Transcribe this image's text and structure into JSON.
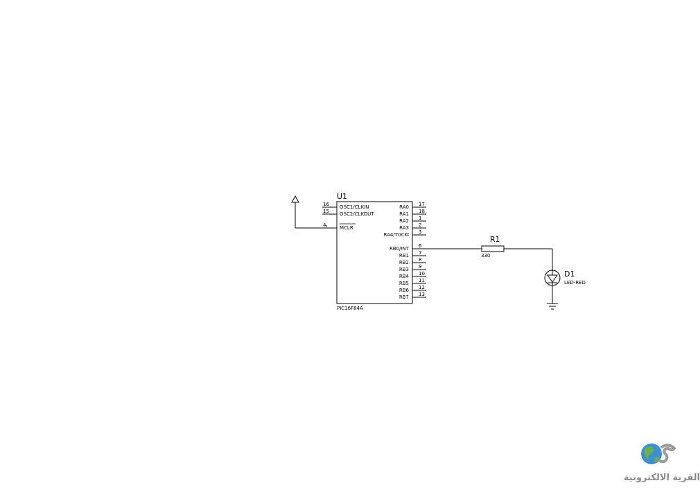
{
  "schematic": {
    "u1": {
      "ref": "U1",
      "part": "PIC16F84A",
      "left_pins": [
        {
          "name": "OSC1/CLKIN",
          "num": "16"
        },
        {
          "name": "OSC2/CLKOUT",
          "num": "15"
        },
        {
          "name": "MCLR",
          "num": "4"
        }
      ],
      "right_pins": [
        {
          "name": "RA0",
          "num": "17"
        },
        {
          "name": "RA1",
          "num": "18"
        },
        {
          "name": "RA2",
          "num": "1"
        },
        {
          "name": "RA3",
          "num": "2"
        },
        {
          "name": "RA4/T0CKI",
          "num": "3"
        },
        {
          "name": "RB0/INT",
          "num": "6"
        },
        {
          "name": "RB1",
          "num": "7"
        },
        {
          "name": "RB2",
          "num": "8"
        },
        {
          "name": "RB3",
          "num": "9"
        },
        {
          "name": "RB4",
          "num": "10"
        },
        {
          "name": "RB5",
          "num": "11"
        },
        {
          "name": "RB6",
          "num": "12"
        },
        {
          "name": "RB7",
          "num": "13"
        }
      ]
    },
    "r1": {
      "ref": "R1",
      "value": "330"
    },
    "d1": {
      "ref": "D1",
      "value": "LED-RED"
    }
  },
  "watermark": {
    "text": "القرية الالكترونية",
    "colors": {
      "globe": "#3f8fd0",
      "land": "#6ab04c",
      "tool": "#9a9a9a",
      "text": "#8a8a8a"
    }
  }
}
